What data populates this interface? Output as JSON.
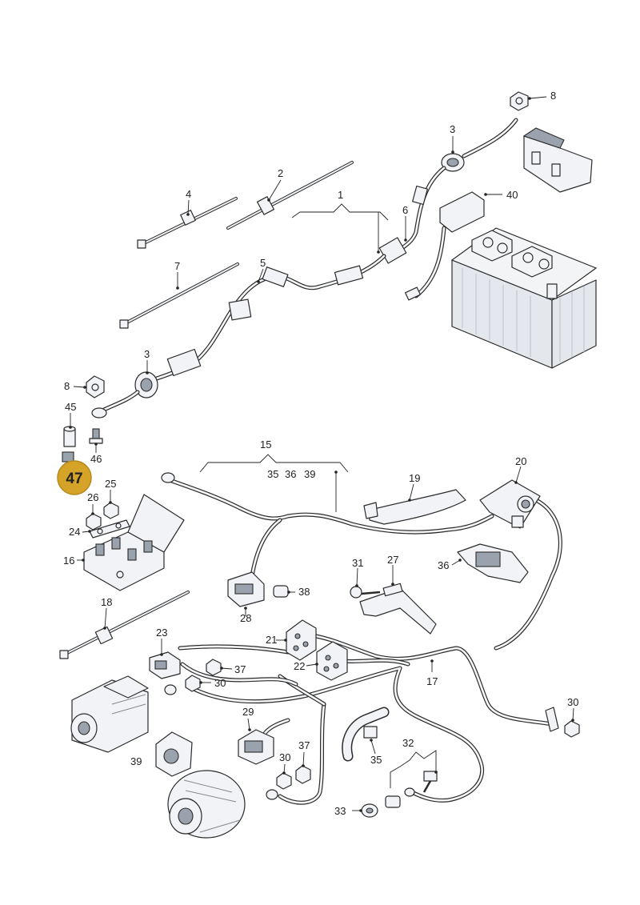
{
  "diagram": {
    "callouts": [
      {
        "id": "c8a",
        "text": "8"
      },
      {
        "id": "c3a",
        "text": "3"
      },
      {
        "id": "c2",
        "text": "2"
      },
      {
        "id": "c4",
        "text": "4"
      },
      {
        "id": "c1",
        "text": "1"
      },
      {
        "id": "c6",
        "text": "6"
      },
      {
        "id": "c40",
        "text": "40"
      },
      {
        "id": "c7",
        "text": "7"
      },
      {
        "id": "c5",
        "text": "5"
      },
      {
        "id": "c3b",
        "text": "3"
      },
      {
        "id": "c8b",
        "text": "8"
      },
      {
        "id": "c45",
        "text": "45"
      },
      {
        "id": "c46",
        "text": "46"
      },
      {
        "id": "c15",
        "text": "15"
      },
      {
        "id": "c35a",
        "text": "35"
      },
      {
        "id": "c36a",
        "text": "36"
      },
      {
        "id": "c39a",
        "text": "39"
      },
      {
        "id": "c19",
        "text": "19"
      },
      {
        "id": "c20",
        "text": "20"
      },
      {
        "id": "c25",
        "text": "25"
      },
      {
        "id": "c26",
        "text": "26"
      },
      {
        "id": "c24",
        "text": "24"
      },
      {
        "id": "c16",
        "text": "16"
      },
      {
        "id": "c36b",
        "text": "36"
      },
      {
        "id": "c31",
        "text": "31"
      },
      {
        "id": "c27",
        "text": "27"
      },
      {
        "id": "c38",
        "text": "38"
      },
      {
        "id": "c28",
        "text": "28"
      },
      {
        "id": "c18",
        "text": "18"
      },
      {
        "id": "c21",
        "text": "21"
      },
      {
        "id": "c22",
        "text": "22"
      },
      {
        "id": "c23",
        "text": "23"
      },
      {
        "id": "c37a",
        "text": "37"
      },
      {
        "id": "c30a",
        "text": "30"
      },
      {
        "id": "c17",
        "text": "17"
      },
      {
        "id": "c30b",
        "text": "30"
      },
      {
        "id": "c29",
        "text": "29"
      },
      {
        "id": "c39b",
        "text": "39"
      },
      {
        "id": "c30c",
        "text": "30"
      },
      {
        "id": "c37b",
        "text": "37"
      },
      {
        "id": "c35b",
        "text": "35"
      },
      {
        "id": "c32",
        "text": "32"
      },
      {
        "id": "c33",
        "text": "33"
      }
    ],
    "highlight": {
      "text": "47",
      "color": "#d4a327"
    }
  }
}
